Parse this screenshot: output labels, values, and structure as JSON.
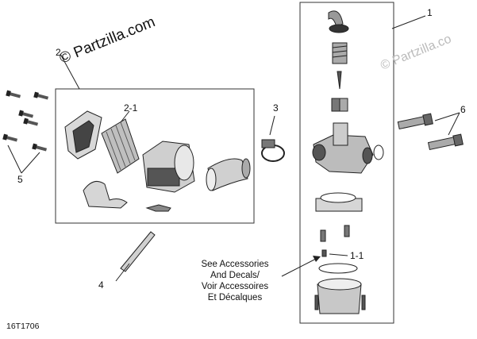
{
  "watermark": {
    "text": "© Partzilla.com",
    "text_faint": "© Partzilla.co"
  },
  "callouts": {
    "c1": "1",
    "c2": "2",
    "c2_1": "2-1",
    "c3": "3",
    "c4": "4",
    "c5": "5",
    "c6": "6",
    "c1_1": "1-1"
  },
  "note": {
    "line1": "See Accessories",
    "line2": "And Decals/",
    "line3": "Voir Accessoires",
    "line4": "Et Décalques"
  },
  "diagram_code": "16T1706"
}
